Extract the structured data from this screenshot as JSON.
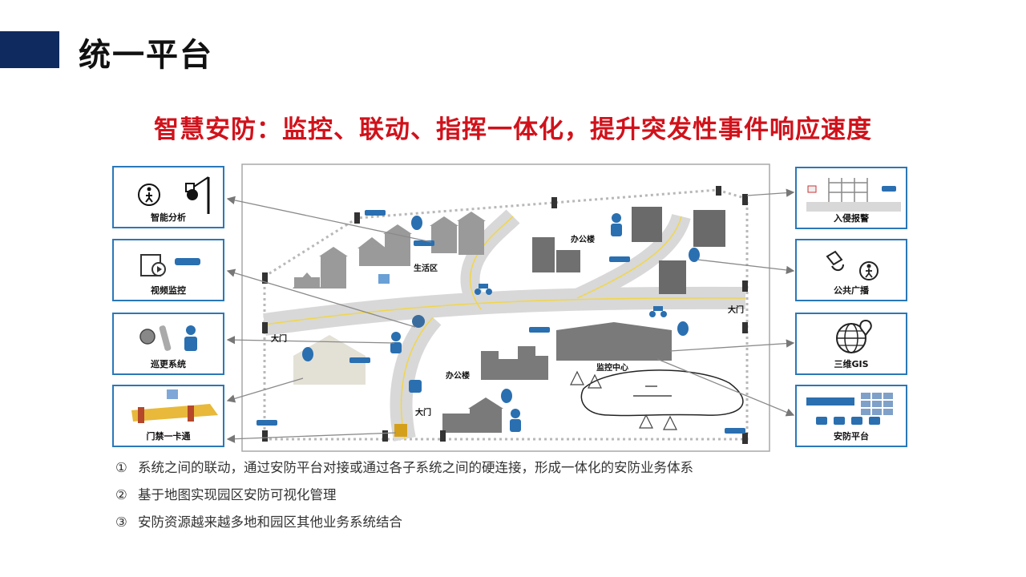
{
  "page": {
    "title": "统一平台"
  },
  "headline": "智慧安防：监控、联动、指挥一体化，提升突发性事件响应速度",
  "left_boxes": [
    {
      "label": "智能分析",
      "icon": "person-pedestrian-dome-camera-icon"
    },
    {
      "label": "视频监控",
      "icon": "film-cctv-camera-icon"
    },
    {
      "label": "巡更系统",
      "icon": "patrol-button-guard-icon"
    },
    {
      "label": "门禁一卡通",
      "icon": "barrier-gate-card-reader-icon"
    }
  ],
  "right_boxes": [
    {
      "label": "入侵报警",
      "icon": "fence-alarm-camera-icon"
    },
    {
      "label": "公共广播",
      "icon": "speaker-person-icon"
    },
    {
      "label": "三维GIS",
      "icon": "globe-location-pin-icon"
    },
    {
      "label": "安防平台",
      "icon": "video-wall-devices-icon"
    }
  ],
  "map_labels": {
    "living_area": "生活区",
    "office_1": "办公楼",
    "office_2": "办公楼",
    "monitor_center": "监控中心",
    "gate_left": "大门",
    "gate_right": "大门",
    "gate_bottom": "大门"
  },
  "notes": [
    {
      "num": "①",
      "text": "系统之间的联动，通过安防平台对接或通过各子系统之间的硬连接，形成一体化的安防业务体系"
    },
    {
      "num": "②",
      "text": "基于地图实现园区安防可视化管理"
    },
    {
      "num": "③",
      "text": "安防资源越来越多地和园区其他业务系统结合"
    }
  ],
  "colors": {
    "title_bar": "#0f2a5e",
    "headline": "#d0121b",
    "box_border": "#2a78b8",
    "road": "#d8d8d8",
    "road_center": "#f1d64a",
    "device_blue": "#2a6fb0"
  }
}
